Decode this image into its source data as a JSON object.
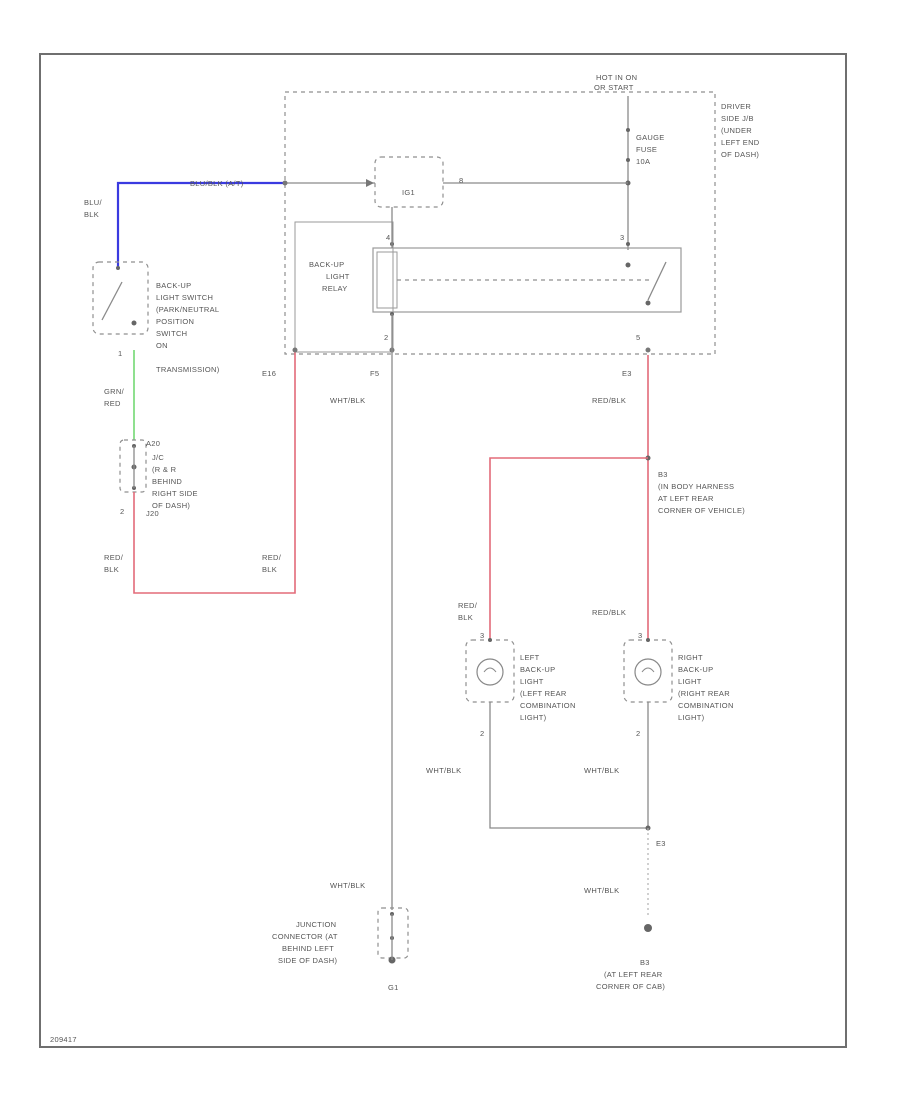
{
  "colors": {
    "blue_wire": "#3a3ae0",
    "green_wire": "#8fe08f",
    "red_wire": "#e36b79",
    "gray_wire": "#8a8a8a",
    "frame": "#6f6f6f",
    "text": "#555555"
  },
  "labels": {
    "hot_in": [
      "HOT IN ON",
      "OR START"
    ],
    "driver_jb": [
      "DRIVER",
      "SIDE J/B",
      "(UNDER",
      "LEFT END",
      "OF DASH)"
    ],
    "gauge_fuse": [
      "GAUGE",
      "FUSE",
      "10A"
    ],
    "ig1": "IG1",
    "to_connector": "BLU/BLK (A/T)",
    "blu_blk_wire": [
      "BLU/",
      "BLK"
    ],
    "backup_switch": [
      "BACK-UP",
      "LIGHT SWITCH",
      "(PARK/NEUTRAL",
      "POSITION",
      "SWITCH",
      "ON",
      "TRANSMISSION)"
    ],
    "backup_relay": [
      "BACK-UP",
      "LIGHT",
      "RELAY"
    ],
    "pin_4_relay": "4",
    "pin_3_relay": "3",
    "pin_2_relay": "2",
    "pin_5_relay": "5",
    "pin_1_switch": "1",
    "pin_2_switch": "2",
    "conn_e16": "E16",
    "conn_f5": "F5",
    "conn_e3": "E3",
    "grn_red_wire": [
      "GRN/",
      "RED"
    ],
    "j_connector": [
      "J/C",
      "(R & R",
      "BEHIND",
      "RIGHT SIDE",
      "OF DASH)"
    ],
    "pin_a20": "A20",
    "pin_j20": "J20",
    "pin_2_jc": "2",
    "red_blk_left": [
      "RED/",
      "BLK"
    ],
    "red_blk_mid": [
      "RED/",
      "BLK"
    ],
    "wht_blk_relay": "WHT/BLK",
    "red_blk_e3": "RED/BLK",
    "b3_junction": [
      "B3",
      "(IN BODY HARNESS",
      "AT LEFT REAR",
      "CORNER OF VEHICLE)"
    ],
    "red_blk_lamp_left": [
      "RED/",
      "BLK"
    ],
    "red_blk_lamp_right": "RED/BLK",
    "left_lamp": [
      "LEFT",
      "BACK-UP",
      "LIGHT",
      "(LEFT REAR",
      "COMBINATION",
      "LIGHT)"
    ],
    "right_lamp": [
      "RIGHT",
      "BACK-UP",
      "LIGHT",
      "(RIGHT REAR",
      "COMBINATION",
      "LIGHT)"
    ],
    "pin_2_left_lamp": "2",
    "pin_3_left_lamp": "3",
    "pin_2_right_lamp": "2",
    "pin_3_right_lamp": "3",
    "wht_blk_left_lamp": "WHT/BLK",
    "wht_blk_right_lamp": "WHT/BLK",
    "ground_junction_e3": "E3",
    "wht_blk_lower_left": "WHT/BLK",
    "wht_blk_lower_right": "WHT/BLK",
    "junction_connector": [
      "JUNCTION",
      "CONNECTOR (AT",
      "BEHIND LEFT",
      "SIDE OF DASH)"
    ],
    "ground_g1": "G1",
    "ground_b3": [
      "B3",
      "(AT LEFT REAR",
      "CORNER OF CAB)"
    ],
    "diagram_id": "209417"
  }
}
